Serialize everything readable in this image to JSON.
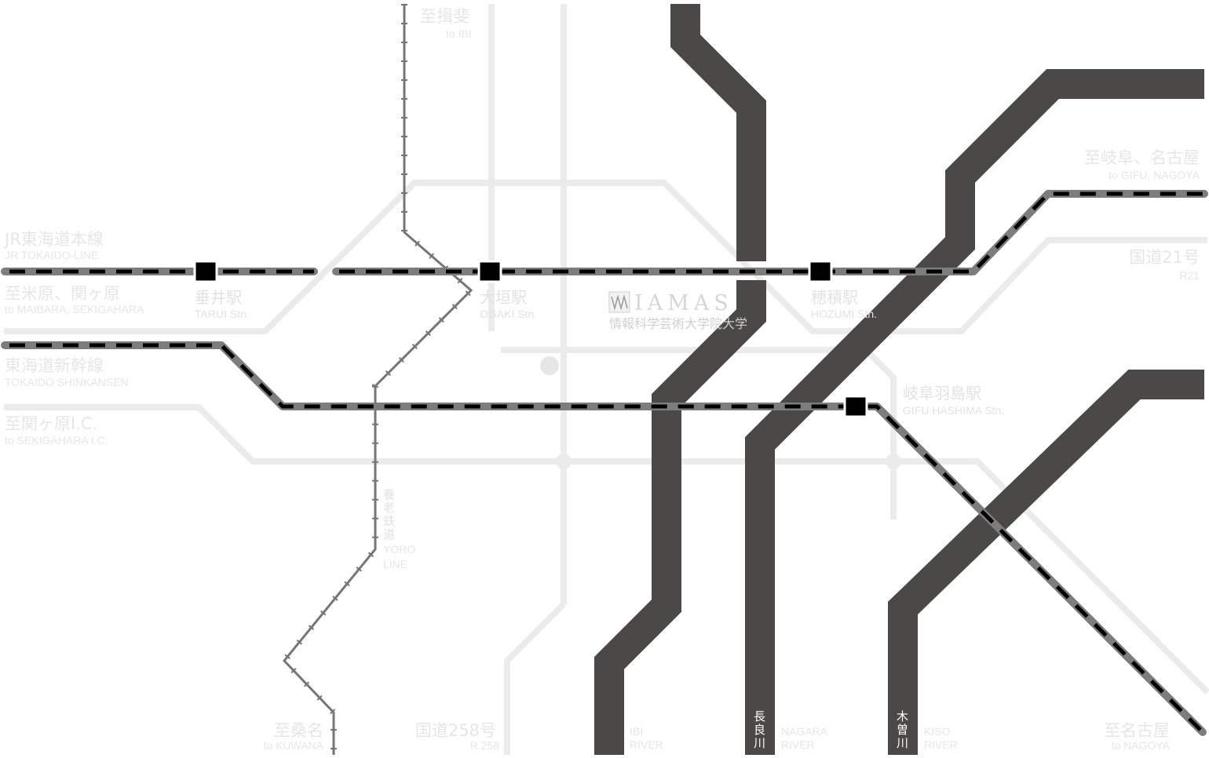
{
  "map": {
    "lines": {
      "tokaido_line": {
        "jp": "JR東海道本線",
        "en": "JR TOKAIDO-LINE"
      },
      "shinkansen": {
        "jp": "東海道新幹線",
        "en": "TOKAIDO SHINKANSEN"
      },
      "yoro_line": {
        "c1": "養",
        "c2": "老",
        "c3": "鉄",
        "c4": "道",
        "en1": "YORO",
        "en2": "LINE"
      }
    },
    "directions": {
      "ibi": {
        "jp": "至揖斐",
        "en": "to IBI"
      },
      "maibara": {
        "jp": "至米原、関ヶ原",
        "en": "to MAIBARA, SEKIGAHARA"
      },
      "sekigahara_ic": {
        "jp": "至関ヶ原I.C.",
        "en": "to SEKIGAHARA I.C."
      },
      "gifu_nagoya": {
        "jp": "至岐阜、名古屋",
        "en": "to GIFU, NAGOYA"
      },
      "kuwana": {
        "jp": "至桑名",
        "en": "to KUWANA"
      },
      "nagoya": {
        "jp": "至名古屋",
        "en": "to NAGOYA"
      }
    },
    "roads": {
      "r21": {
        "jp": "国道21号",
        "en": "R21"
      },
      "r258": {
        "jp": "国道258号",
        "en": "R.258"
      }
    },
    "stations": {
      "tarui": {
        "jp": "垂井駅",
        "en": "TARUI Stn."
      },
      "ogaki": {
        "jp": "大垣駅",
        "en": "OGAKI Stn."
      },
      "hozumi": {
        "jp": "穂積駅",
        "en": "HOZUMI Stn."
      },
      "gifu_hashima": {
        "jp": "岐阜羽島駅",
        "en": "GIFU HASHIMA Stn."
      }
    },
    "rivers": {
      "ibi": {
        "en1": "IBI",
        "en2": "RIVER"
      },
      "nagara": {
        "c1": "長",
        "c2": "良",
        "c3": "川",
        "en1": "NAGARA",
        "en2": "RIVER"
      },
      "kiso": {
        "c1": "木",
        "c2": "曽",
        "c3": "川",
        "en1": "KISO",
        "en2": "RIVER"
      }
    },
    "landmark": {
      "name": "IAMAS",
      "jp": "情報科学芸術大学院大学",
      "logo_icon": "iamas-logo-icon"
    },
    "colors": {
      "road": "#ebebeb",
      "river": "#4a4948",
      "rail_base": "#7d7d7d",
      "rail_dash": "#000000",
      "station": "#000000",
      "yoro": "#767676"
    }
  }
}
